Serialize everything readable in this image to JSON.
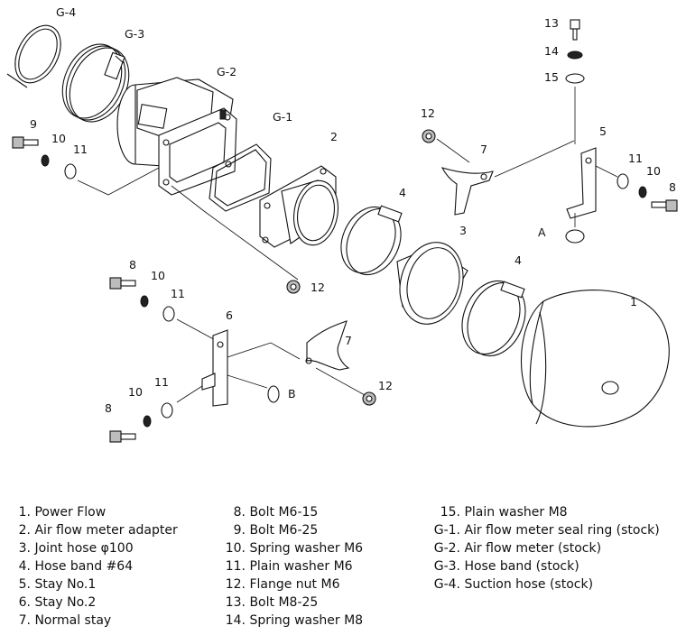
{
  "callouts": {
    "g4": "G-4",
    "g3": "G-3",
    "g2": "G-2",
    "g1": "G-1",
    "n1": "1",
    "n2": "2",
    "n3": "3",
    "n4a": "4",
    "n4b": "4",
    "n5": "5",
    "n6": "6",
    "n7a": "7",
    "n7b": "7",
    "n8a": "8",
    "n8b": "8",
    "n8c": "8",
    "n9": "9",
    "n10a": "10",
    "n10b": "10",
    "n10c": "10",
    "n10d": "10",
    "n11a": "11",
    "n11b": "11",
    "n11c": "11",
    "n11d": "11",
    "n12a": "12",
    "n12b": "12",
    "n12c": "12",
    "n13": "13",
    "n14": "14",
    "n15": "15",
    "ptA": "A",
    "ptB": "B"
  },
  "legend": {
    "col1": [
      {
        "num": "1.",
        "label": "Power Flow"
      },
      {
        "num": "2.",
        "label": "Air flow meter adapter"
      },
      {
        "num": "3.",
        "label": "Joint hose  φ100"
      },
      {
        "num": "4.",
        "label": "Hose band  #64"
      },
      {
        "num": "5.",
        "label": "Stay  No.1"
      },
      {
        "num": "6.",
        "label": "Stay  No.2"
      },
      {
        "num": "7.",
        "label": "Normal stay"
      }
    ],
    "col2": [
      {
        "num": "8.",
        "label": "Bolt  M6-15"
      },
      {
        "num": "9.",
        "label": "Bolt  M6-25"
      },
      {
        "num": "10.",
        "label": "Spring washer  M6"
      },
      {
        "num": "11.",
        "label": "Plain washer  M6"
      },
      {
        "num": "12.",
        "label": "Flange nut  M6"
      },
      {
        "num": "13.",
        "label": "Bolt  M8-25"
      },
      {
        "num": "14.",
        "label": "Spring washer  M8"
      }
    ],
    "col3": [
      {
        "num": "15.",
        "label": "Plain washer  M8"
      },
      {
        "num": "G-1.",
        "label": "Air flow meter seal ring (stock)"
      },
      {
        "num": "G-2.",
        "label": "Air flow meter (stock)"
      },
      {
        "num": "G-3.",
        "label": "Hose band (stock)"
      },
      {
        "num": "G-4.",
        "label": "Suction hose (stock)"
      }
    ]
  }
}
